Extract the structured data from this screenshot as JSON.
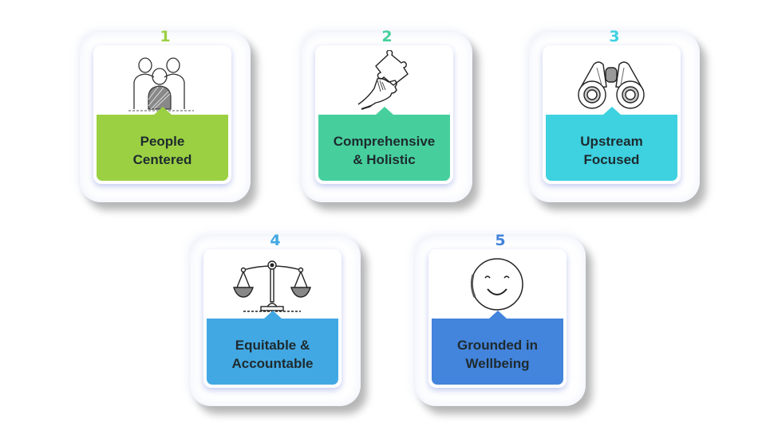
{
  "diagram": {
    "items": [
      {
        "number": "1",
        "label": "People\nCentered",
        "icon": "people-group-icon",
        "color": "#9bd043"
      },
      {
        "number": "2",
        "label": "Comprehensive\n& Holistic",
        "icon": "puzzle-hand-icon",
        "color": "#46cf9d"
      },
      {
        "number": "3",
        "label": "Upstream\nFocused",
        "icon": "binoculars-icon",
        "color": "#3ed1e0"
      },
      {
        "number": "4",
        "label": "Equitable &\nAccountable",
        "icon": "balance-scale-icon",
        "color": "#42a8e3"
      },
      {
        "number": "5",
        "label": "Grounded in\nWellbeing",
        "icon": "smiley-face-icon",
        "color": "#4384dc"
      }
    ]
  }
}
